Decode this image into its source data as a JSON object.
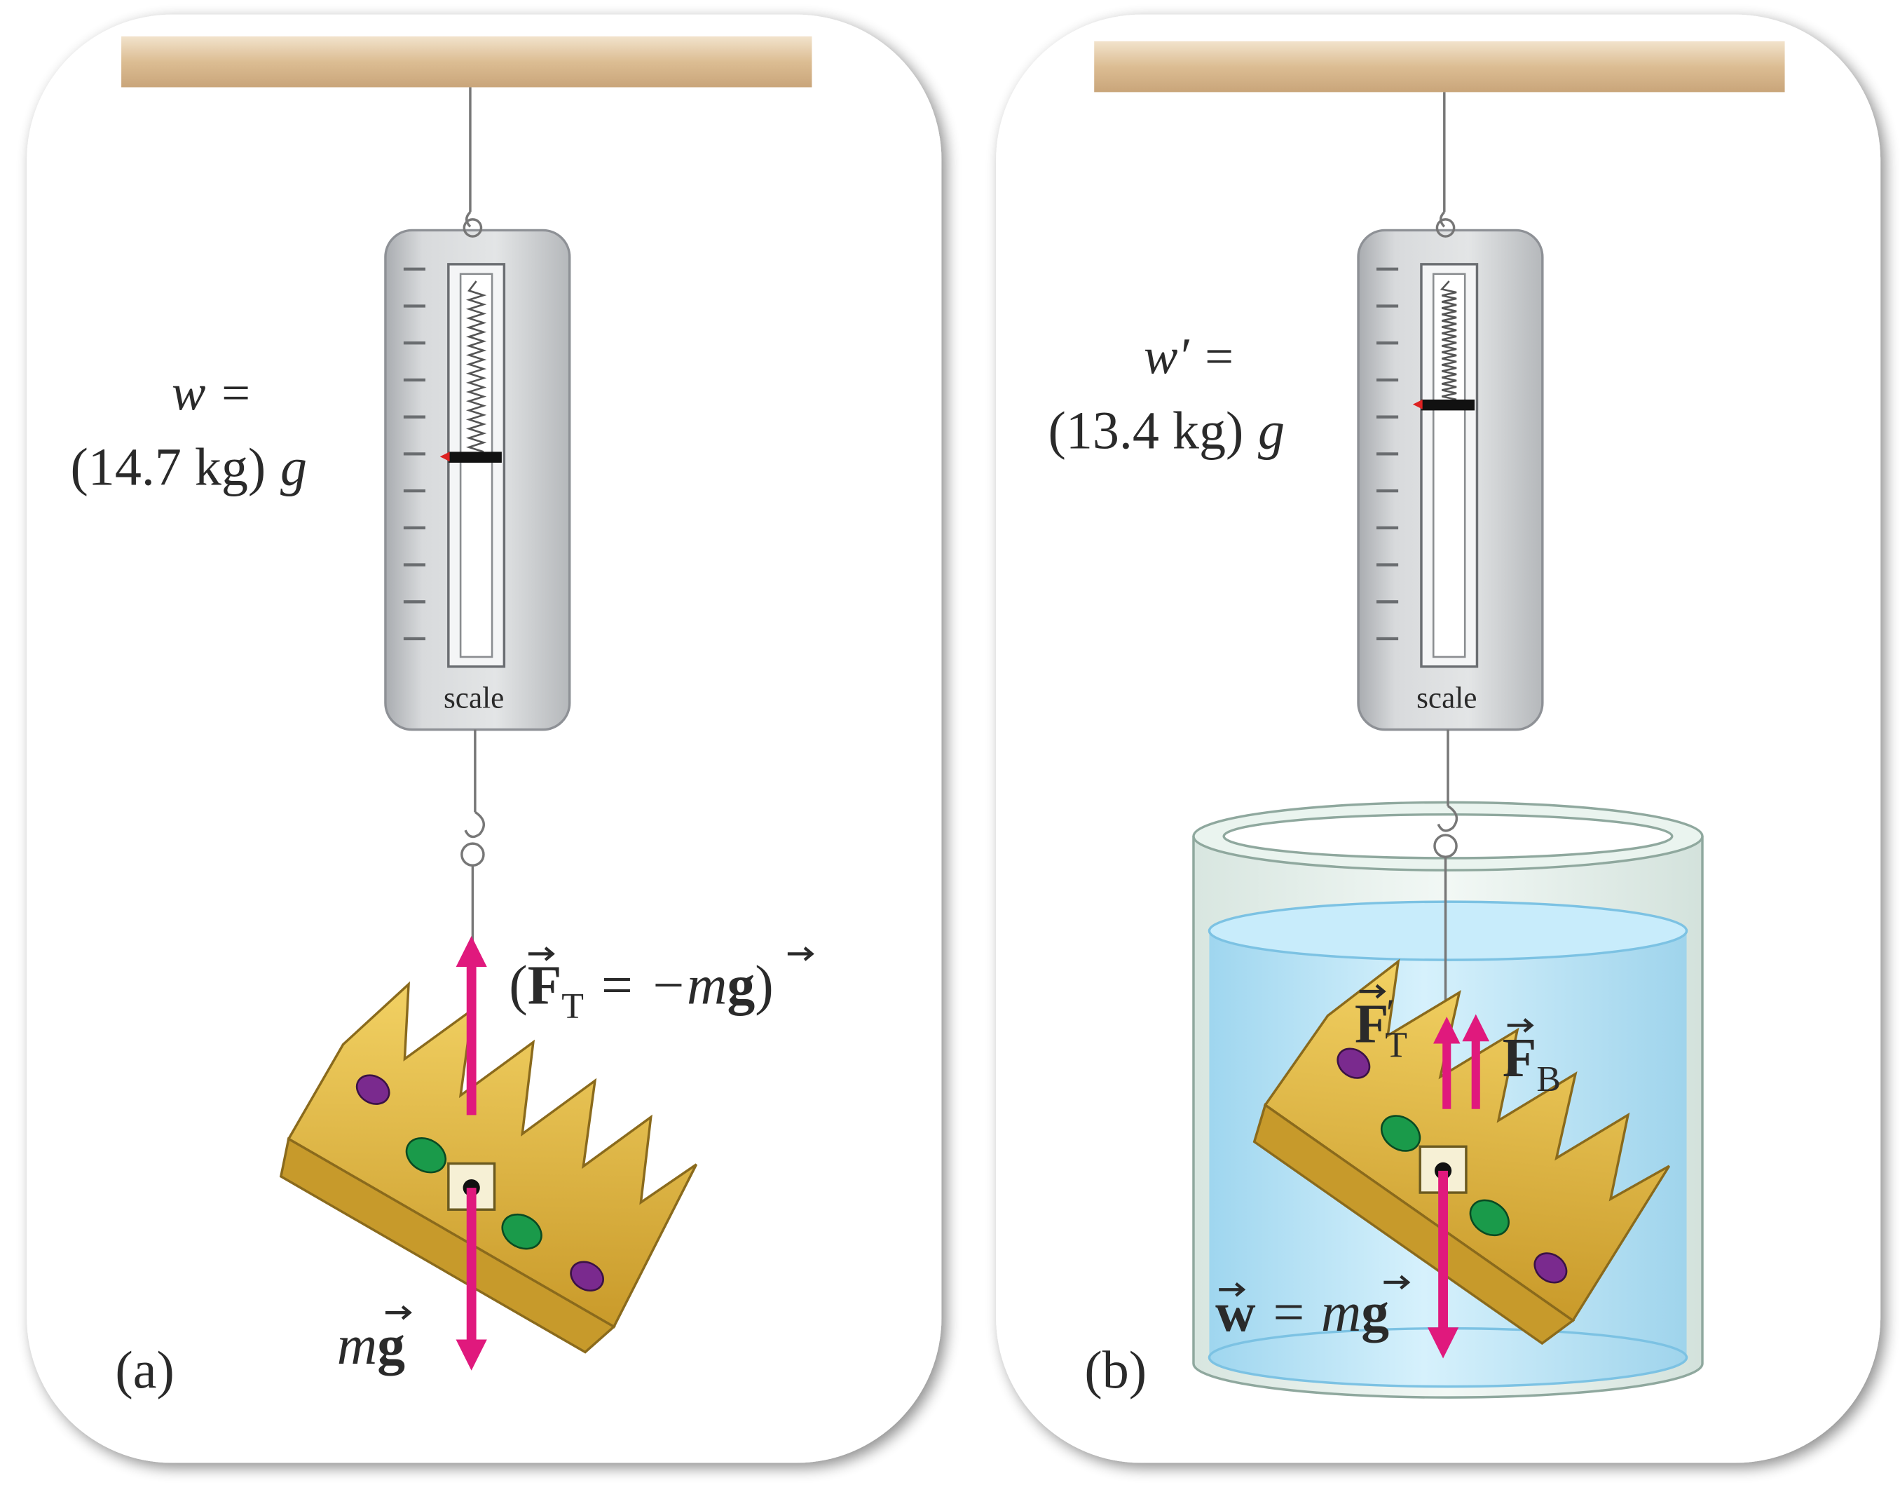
{
  "panel_a": {
    "weight_label_line1": "w =",
    "weight_label_line2_value": "(14.7 kg)",
    "weight_label_line2_g": "g",
    "scale_label": "scale",
    "tension_open": "(",
    "tension_F": "F",
    "tension_sub": "T",
    "tension_rest": " = −m",
    "tension_g": "g",
    "tension_close": ")",
    "weight_m": "m",
    "weight_g": "g",
    "panel_label": "(a)",
    "reading_fraction": 0.47
  },
  "panel_b": {
    "weight_label_line1": "w′ =",
    "weight_label_line2_value": "(13.4 kg)",
    "weight_label_line2_g": "g",
    "scale_label": "scale",
    "tension_F": "F",
    "tension_prime": "′",
    "tension_sub": "T",
    "buoyant_F": "F",
    "buoyant_sub": "B",
    "weight_w": "w",
    "weight_eq": " = m",
    "weight_g": "g",
    "panel_label": "(b)",
    "reading_fraction": 0.33
  },
  "colors": {
    "arrow": "#e0197d",
    "ceiling": "#ddbf95",
    "scale_body": "#c9cbce",
    "water": "#bfe6f7",
    "crown": "#e4b737"
  }
}
